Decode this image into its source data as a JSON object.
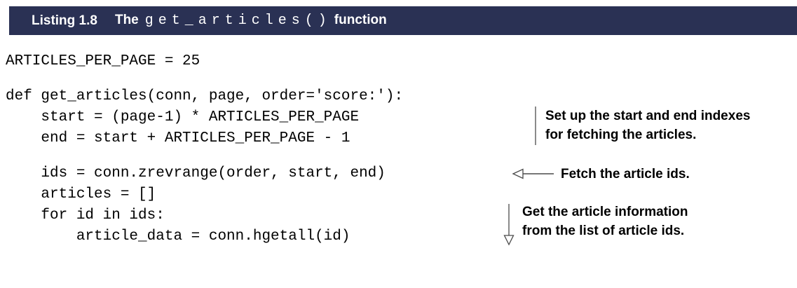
{
  "listing_header": {
    "label": "Listing 1.8",
    "title_pre": "The",
    "title_code": "get_articles()",
    "title_post": "function"
  },
  "code": {
    "lines": [
      "ARTICLES_PER_PAGE = 25",
      "",
      "def get_articles(conn, page, order='score:'):",
      "    start = (page-1) * ARTICLES_PER_PAGE",
      "    end = start + ARTICLES_PER_PAGE - 1",
      "",
      "    ids = conn.zrevrange(order, start, end)",
      "    articles = []",
      "    for id in ids:",
      "        article_data = conn.hgetall(id)"
    ]
  },
  "annotations": [
    {
      "marker": "vertical-bracket-line",
      "lines": [
        "Set up the start and end indexes",
        "for fetching the articles."
      ]
    },
    {
      "marker": "left-arrow",
      "lines": [
        "Fetch the article ids."
      ]
    },
    {
      "marker": "down-arrow",
      "lines": [
        "Get the article information",
        "from the list of article ids."
      ]
    }
  ],
  "colors": {
    "header_bar": "#2a3154",
    "header_text": "#ffffff",
    "code_text": "#000000",
    "annotation_text": "#000000",
    "arrow_stroke": "#4a4a4a",
    "bracket_line": "#8a8a8a",
    "background": "#ffffff"
  }
}
